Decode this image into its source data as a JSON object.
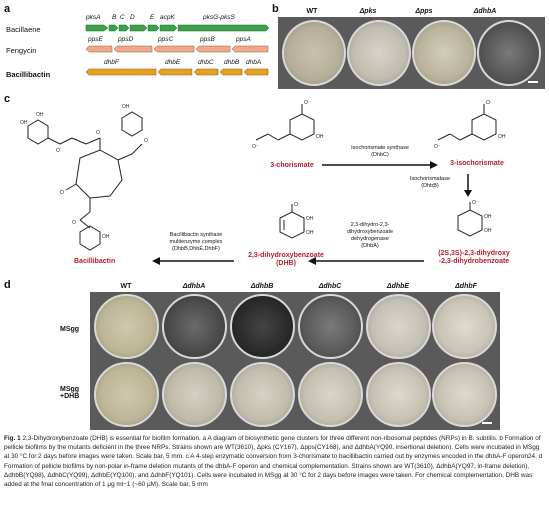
{
  "panels": {
    "a": "a",
    "b": "b",
    "c": "c",
    "d": "d"
  },
  "panel_a": {
    "operons": [
      {
        "name": "Bacillaene",
        "color": "#39a24a",
        "genes": [
          "pksA",
          "B",
          "C",
          "D",
          "E",
          "acpK",
          "pksG-pksS"
        ]
      },
      {
        "name": "Fengycin",
        "color": "#f0a88a",
        "genes": [
          "ppsE",
          "ppsD",
          "ppsC",
          "ppsB",
          "ppsA"
        ]
      },
      {
        "name": "Bacillibactin",
        "color": "#e8a020",
        "genes": [
          "dhbF",
          "dhbE",
          "dhbC",
          "dhbB",
          "dhbA"
        ]
      }
    ]
  },
  "panel_b": {
    "strains": [
      "WT",
      "Δpks",
      "Δpps",
      "ΔdhbA"
    ]
  },
  "panel_c": {
    "compounds": {
      "chorismate": "3-chorismate",
      "isochorismate": "3-isochorismate",
      "dihydro_line1": "(2S,3S)-2,3-dihydroxy",
      "dihydro_line2": "-2,3-dihydrobenzoate",
      "dhb_line1": "2,3-dihydroxybenzoate",
      "dhb_line2": "(DHB)",
      "bacillibactin": "Bacillibactin"
    },
    "enzymes": {
      "dhbc_line1": "Isochorismate synthase",
      "dhbc_line2": "(DhbC)",
      "dhbb_line1": "Isochorismatase",
      "dhbb_line2": "(DhbB)",
      "dhba_line1": "2,3-dihydro-2,3-",
      "dhba_line2": "dihydroxybenzoate",
      "dhba_line3": "dehydrogenase",
      "dhba_line4": "(DhbA)",
      "nrps_line1": "Bacillibactin synthase",
      "nrps_line2": "multienzyme complex",
      "nrps_line3": "(DhbB,DhbE,DhbF)"
    }
  },
  "panel_d": {
    "strains": [
      "WT",
      "ΔdhbA",
      "ΔdhbB",
      "ΔdhbC",
      "ΔdhbE",
      "ΔdhbF"
    ],
    "rows": [
      {
        "line1": "MSgg",
        "line2": ""
      },
      {
        "line1": "MSgg",
        "line2": "+DHB"
      }
    ]
  },
  "caption": {
    "fig": "Fig. 1",
    "text": " 2,3-Dihydroxybenzoate (DHB) is essential for biofilm formation. a A diagram of biosynthetic gene clusters for three different non-ribosomal peptides (NRPs) in B. subtilis. b Formation of pellicle biofilms by the mutants deficient in the three NRPs. Strains shown are WT(3610), Δpks (CY167), Δpps(CY168), and ΔdhbA(YQ90, insertional deletion). Cells were incubated in MSgg at 30 °C for 2 days before images were taken. Scale bar, 5 mm. c A 4-step enzymatic conversion from 3-chorismate to bacillibactin carried out by enzymes encoded in the dhbA-F operon24. d Formation of pellicle biofilms by non-polar in-frame deletion mutants of the dhbA-F operon and chemical complementation. Strains shown are WT(3610), ΔdhbA(YQ97, in-frame deletion), ΔdhbB(YQ98), ΔdhbC(YQ99), ΔdhbE(YQ100), and ΔdhbF(YQ101). Cells were incubated in MSgg at 30 °C for 2 days before images were taken. For chemical complementation, DHB was added at the final concentration of 1 μg ml−1 (~60 μM). Scale bar, 5 mm"
  }
}
